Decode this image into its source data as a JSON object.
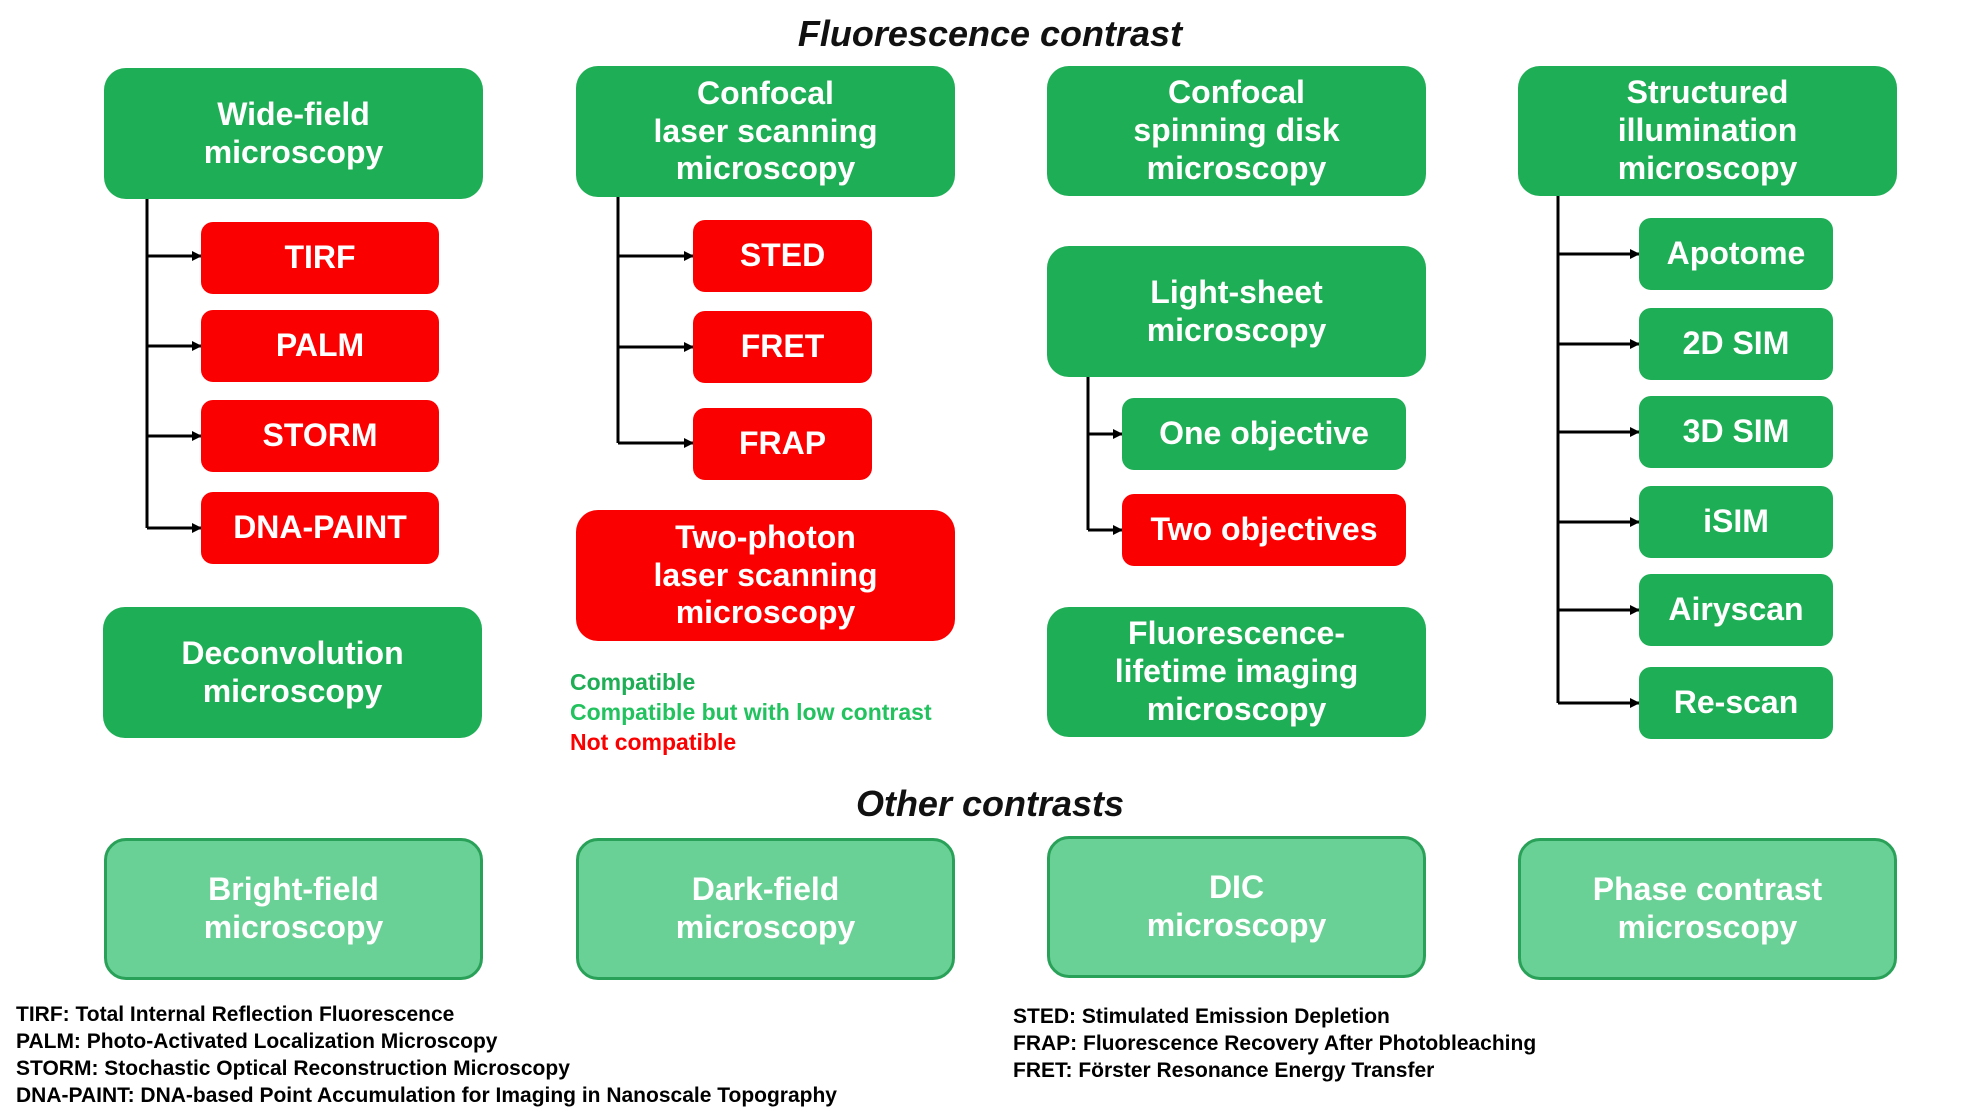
{
  "headings": {
    "fluorescence": "Fluorescence contrast",
    "other": "Other contrasts"
  },
  "colors": {
    "compatible": "#1eae55",
    "low_contrast": "#69d195",
    "not_compatible": "#fb0000",
    "legend_compatible_text": "#1eae55",
    "legend_low_contrast_text": "#22c25e",
    "legend_not_compatible_text": "#fb0000"
  },
  "fluorescence": {
    "wide_field": "Wide-field\nmicroscopy",
    "tirf": "TIRF",
    "palm": "PALM",
    "storm": "STORM",
    "dna_paint": "DNA-PAINT",
    "deconvolution": "Deconvolution\nmicroscopy",
    "confocal_laser": "Confocal\nlaser scanning\nmicroscopy",
    "sted": "STED",
    "fret": "FRET",
    "frap": "FRAP",
    "two_photon": "Two-photon\nlaser scanning\nmicroscopy",
    "spinning_disk": "Confocal\nspinning disk\nmicroscopy",
    "light_sheet": "Light-sheet\nmicroscopy",
    "one_objective": "One objective",
    "two_objectives": "Two objectives",
    "flim": "Fluorescence-\nlifetime imaging\nmicroscopy",
    "sim": "Structured\nillumination\nmicroscopy",
    "apotome": "Apotome",
    "sim2d": "2D SIM",
    "sim3d": "3D SIM",
    "isim": "iSIM",
    "airyscan": "Airyscan",
    "rescan": "Re-scan"
  },
  "legend": {
    "compatible": "Compatible",
    "low_contrast": "Compatible but with low contrast",
    "not_compatible": "Not compatible"
  },
  "other": {
    "bright_field": "Bright-field\nmicroscopy",
    "dark_field": "Dark-field\nmicroscopy",
    "dic": "DIC\nmicroscopy",
    "phase_contrast": "Phase contrast\nmicroscopy"
  },
  "abbreviations_left": [
    "TIRF: Total Internal Reflection Fluorescence",
    "PALM: Photo-Activated Localization Microscopy",
    "STORM: Stochastic Optical Reconstruction Microscopy",
    "DNA-PAINT: DNA-based Point Accumulation for Imaging in Nanoscale Topography"
  ],
  "abbreviations_right": [
    "STED: Stimulated Emission Depletion",
    "FRAP: Fluorescence Recovery After Photobleaching",
    "FRET: Förster Resonance Energy Transfer"
  ]
}
